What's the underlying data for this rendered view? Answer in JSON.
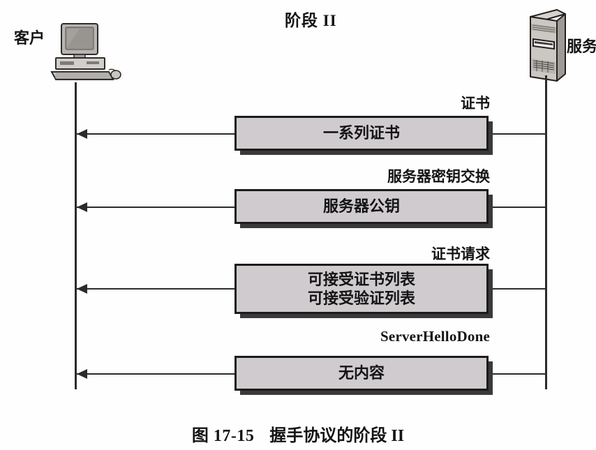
{
  "figure": {
    "phase_title": "阶段 II",
    "caption_number": "图 17-15",
    "caption_text": "握手协议的阶段 II"
  },
  "endpoints": {
    "client": {
      "label": "客户",
      "icon": "desktop-computer-icon"
    },
    "server": {
      "label": "服务",
      "icon": "server-tower-icon"
    }
  },
  "messages": [
    {
      "label": "证书",
      "label_script": "han",
      "lines": [
        "一系列证书"
      ],
      "direction": "server-to-client"
    },
    {
      "label": "服务器密钥交换",
      "label_script": "han",
      "lines": [
        "服务器公钥"
      ],
      "direction": "server-to-client"
    },
    {
      "label": "证书请求",
      "label_script": "han",
      "lines": [
        "可接受证书列表",
        "可接受验证列表"
      ],
      "direction": "server-to-client"
    },
    {
      "label": "ServerHelloDone",
      "label_script": "latin",
      "lines": [
        "无内容"
      ],
      "direction": "server-to-client"
    }
  ],
  "colors": {
    "box_fill": "#cfcbce",
    "box_border": "#1c1c1c",
    "box_shadow": "#3a3a3a",
    "line": "#2b2b2b",
    "text": "#141414",
    "background": "#ffffff"
  }
}
